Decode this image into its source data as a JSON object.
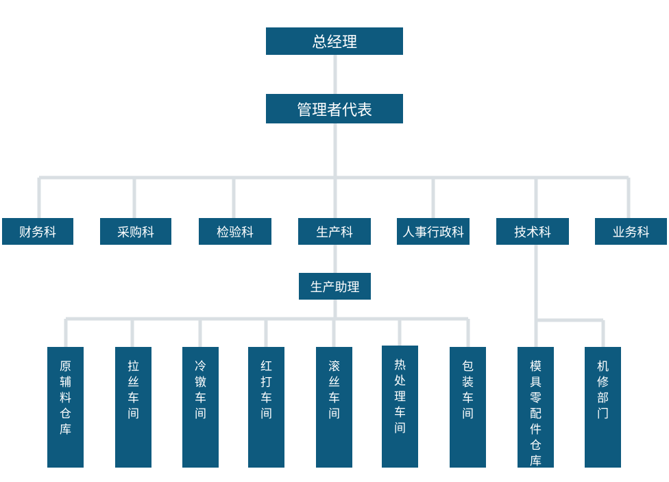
{
  "org_chart": {
    "ceo": "总经理",
    "management_rep": "管理者代表",
    "departments": [
      "财务科",
      "采购科",
      "检验科",
      "生产科",
      "人事行政科",
      "技术科",
      "业务科"
    ],
    "production_assistant": "生产助理",
    "workshops": [
      "原辅料仓库",
      "拉丝车间",
      "冷镦车间",
      "红打车间",
      "滚丝车间",
      "热处理车间",
      "包装车间"
    ],
    "tech_units": [
      "模具零配件仓库",
      "机修部门"
    ]
  },
  "colors": {
    "box": "#0e5a7e",
    "line": "#d9dfe3",
    "text": "#ffffff"
  }
}
